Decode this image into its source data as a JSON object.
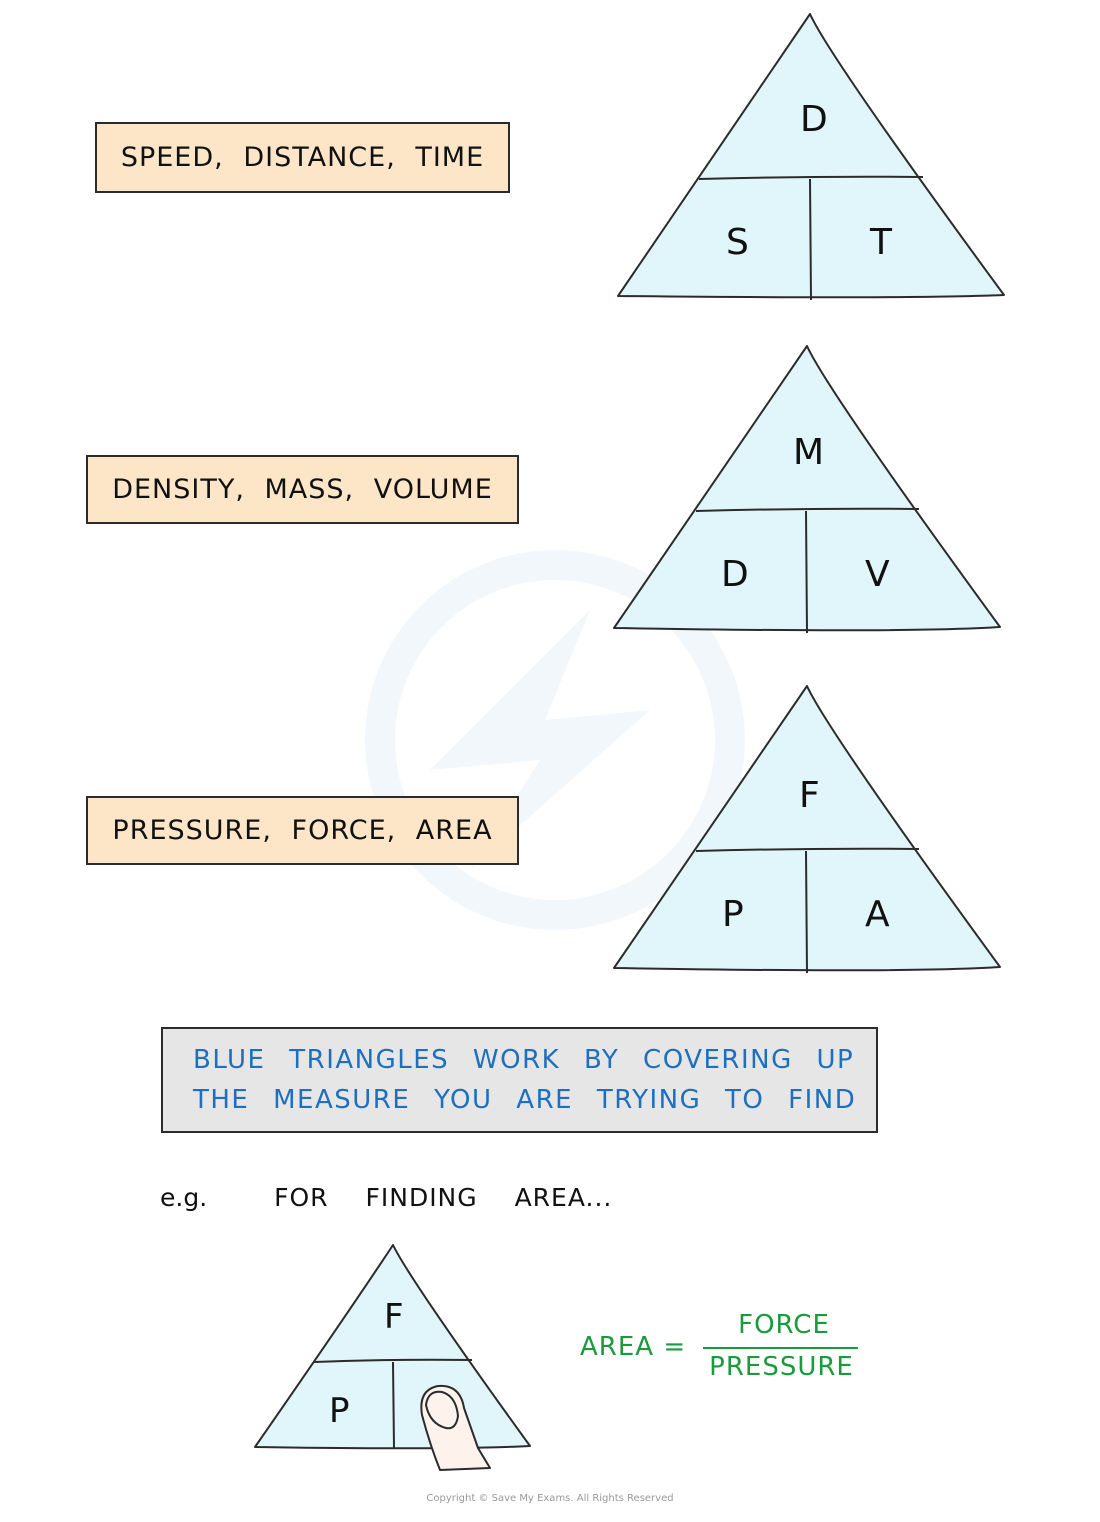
{
  "topics": [
    {
      "label": "SPEED,  DISTANCE,  TIME",
      "top": "D",
      "left": "S",
      "right": "T"
    },
    {
      "label": "DENSITY,  MASS,  VOLUME",
      "top": "M",
      "left": "D",
      "right": "V"
    },
    {
      "label": "PRESSURE,  FORCE,  AREA",
      "top": "F",
      "left": "P",
      "right": "A"
    }
  ],
  "note": {
    "line1": "BLUE TRIANGLES WORK BY COVERING UP",
    "line2": "THE MEASURE YOU ARE TRYING TO FIND"
  },
  "example": {
    "prefix": "e.g.",
    "text": "FOR FINDING AREA...",
    "triangle": {
      "top": "F",
      "left": "P"
    },
    "formula": {
      "lhs": "AREA =",
      "numerator": "FORCE",
      "denominator": "PRESSURE"
    }
  },
  "colors": {
    "label_bg": "#fde6c8",
    "triangle_fill": "#e0f6fb",
    "note_text": "#1e6fbd",
    "formula_text": "#1a9a3c"
  },
  "footer": {
    "copyright": "Copyright © Save My Exams. All Rights Reserved"
  }
}
